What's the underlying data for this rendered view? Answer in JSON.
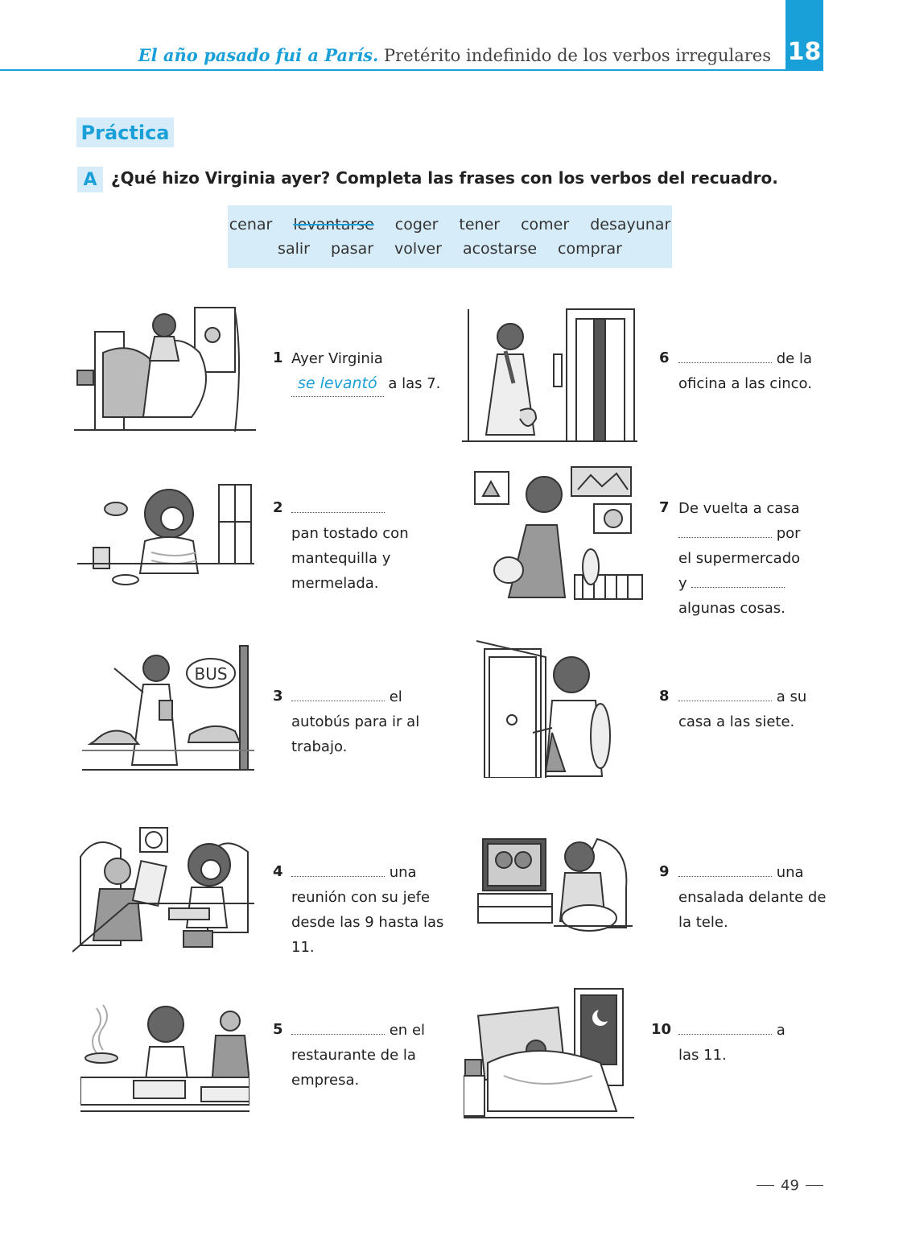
{
  "header": {
    "title_italic": "El año pasado fui a París.",
    "title_rest": "Pretérito indefinido de los verbos irregulares",
    "unit_number": "18"
  },
  "section": {
    "label": "Práctica"
  },
  "exercise": {
    "letter": "A",
    "instruction": "¿Qué hizo Virginia ayer? Completa las frases con los verbos del recuadro."
  },
  "word_box": {
    "row1": [
      "cenar",
      "levantarse",
      "coger",
      "tener",
      "comer",
      "desayunar"
    ],
    "row2": [
      "salir",
      "pasar",
      "volver",
      "acostarse",
      "comprar"
    ],
    "struck_word": "levantarse"
  },
  "items": [
    {
      "num": "1",
      "line1": "Ayer Virginia",
      "answer": "se levantó",
      "after": "a las 7."
    },
    {
      "num": "2",
      "after": "",
      "line2": "pan tostado con",
      "line3": "mantequilla y",
      "line4": "mermelada."
    },
    {
      "num": "3",
      "after": "el",
      "line2": "autobús para ir al",
      "line3": "trabajo."
    },
    {
      "num": "4",
      "after": "una",
      "line2": "reunión con su jefe",
      "line3": "desde las 9 hasta las",
      "line4": "11."
    },
    {
      "num": "5",
      "after": "en el",
      "line2": "restaurante de la",
      "line3": "empresa."
    },
    {
      "num": "6",
      "after": "de la",
      "line2": "oficina a las cinco."
    },
    {
      "num": "7",
      "line1": "De vuelta a casa",
      "after": "por",
      "line3": "el supermercado",
      "pre4": "y",
      "line5": "algunas cosas."
    },
    {
      "num": "8",
      "after": "a su",
      "line2": "casa a las siete."
    },
    {
      "num": "9",
      "after": "una",
      "line2": "ensalada delante de",
      "line3": "la tele."
    },
    {
      "num": "10",
      "after": "a",
      "line2": "las 11."
    }
  ],
  "illustrations": {
    "bus_sign": "BUS"
  },
  "footer": {
    "page_number": "49"
  }
}
